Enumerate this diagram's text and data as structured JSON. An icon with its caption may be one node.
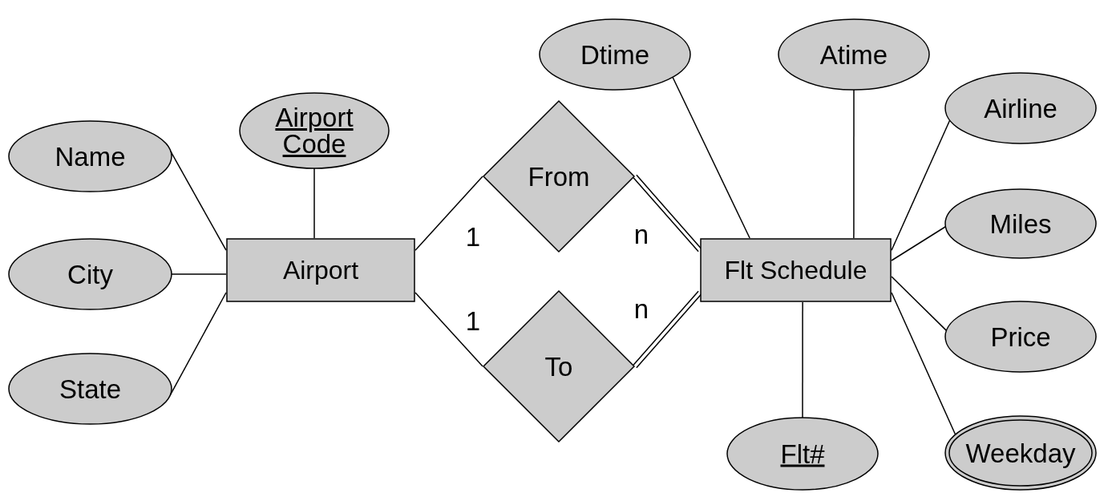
{
  "diagram": {
    "nodes": [
      {
        "text": [
          "Name"
        ]
      },
      {
        "text": [
          "City"
        ]
      },
      {
        "text": [
          "State"
        ]
      },
      {
        "text": [
          "Airport Code"
        ]
      },
      {
        "text": [
          "Airport"
        ]
      },
      {
        "text": [
          "From"
        ]
      },
      {
        "text": [
          "To"
        ]
      },
      {
        "text": [
          "Flt Schedule"
        ]
      },
      {
        "text": [
          "Dtime"
        ]
      },
      {
        "text": [
          "Atime"
        ]
      },
      {
        "text": [
          "Airline"
        ]
      },
      {
        "text": [
          "Miles"
        ]
      },
      {
        "text": [
          "Price"
        ]
      },
      {
        "text": [
          "Weekday"
        ]
      },
      {
        "text": [
          "Flt#"
        ]
      }
    ],
    "edges": [
      {
        "from": 0,
        "to": 4,
        "arrow": "none"
      },
      {
        "from": 1,
        "to": 4,
        "arrow": "none"
      },
      {
        "from": 2,
        "to": 4,
        "arrow": "none"
      },
      {
        "from": 3,
        "to": 4,
        "arrow": "none"
      },
      {
        "from": 4,
        "to": 5,
        "arrow": "none",
        "label": "1"
      },
      {
        "from": 4,
        "to": 6,
        "arrow": "none",
        "label": "1"
      },
      {
        "from": 5,
        "to": 7,
        "arrow": "none",
        "label": "n"
      },
      {
        "from": 6,
        "to": 7,
        "arrow": "none",
        "label": "n"
      },
      {
        "from": 8,
        "to": 7,
        "arrow": "none"
      },
      {
        "from": 9,
        "to": 7,
        "arrow": "none"
      },
      {
        "from": 10,
        "to": 7,
        "arrow": "none"
      },
      {
        "from": 11,
        "to": 7,
        "arrow": "none"
      },
      {
        "from": 12,
        "to": 7,
        "arrow": "none"
      },
      {
        "from": 13,
        "to": 7,
        "arrow": "none"
      },
      {
        "from": 14,
        "to": 7,
        "arrow": "none"
      }
    ]
  }
}
